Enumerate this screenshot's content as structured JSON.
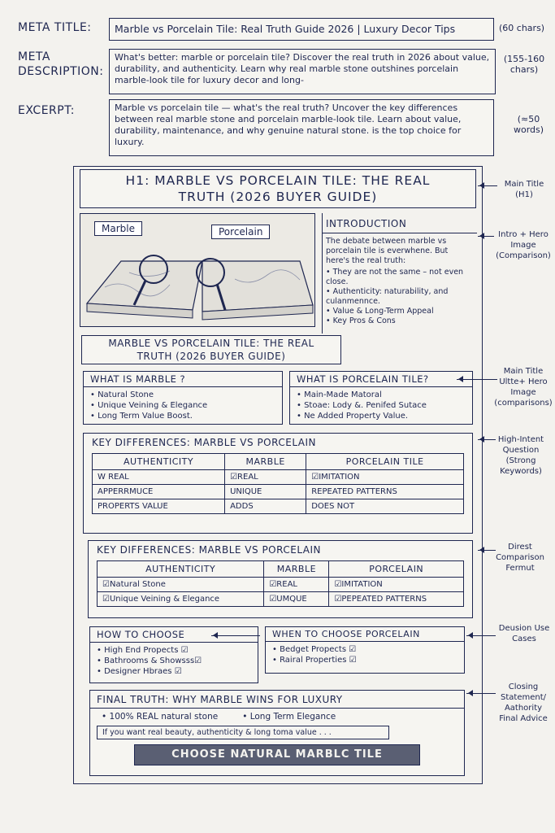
{
  "meta": {
    "title_label": "META TITLE:",
    "title_text": "Marble vs Porcelain Tile: Real Truth Guide 2026 | Luxury Decor Tips",
    "title_note": "(60 chars)",
    "desc_label_1": "META",
    "desc_label_2": "DESCRIPTION:",
    "desc_text": "What's better: marble or porcelain tile? Discover the real truth in 2026 about value, durability, and authenticity. Learn why real marble stone outshines porcelain marble-look tile for luxury decor and long-",
    "desc_note": "(155-160 chars)",
    "excerpt_label": "EXCERPT:",
    "excerpt_text": "Marble vs porcelain tile — what's the real truth? Uncover the key differences between real marble stone and porcelain marble-look tile. Learn about value, durability, maintenance, and why genuine natural stone. is the top choice for luxury.",
    "excerpt_note": "(≈50 words)"
  },
  "h1": "H1: MARBLE VS PORCELAIN TILE: THE REAL TRUTH (2026 BUYER GUIDE)",
  "hero": {
    "marble_label": "Marble",
    "porcelain_label": "Porcelain"
  },
  "intro": {
    "heading": "INTRODUCTION",
    "text": "The debate between marble vs porcelain tile is everwhene. But here's the real truth:",
    "items": [
      "They are not the same – not even close.",
      "Authenticity: naturability, and culanmennce.",
      "Value & Long-Term Appeal",
      "Key Pros & Cons"
    ]
  },
  "subtitle": "MARBLE VS PORCELAIN TILE: THE REAL TRUTH (2026 BUYER GUIDE)",
  "what_marble": {
    "heading": "WHAT IS MARBLE ?",
    "items": [
      "Natural Stone",
      "Unique Veining & Elegance",
      "Long Term Value Boost."
    ]
  },
  "what_porcelain": {
    "heading": "WHAT IS PORCELAIN TILE?",
    "items": [
      "Main-Made Matoral",
      "Stoae: Lody &. Penifed Sutace",
      "Ne Added Property Value."
    ]
  },
  "diff1": {
    "heading": "KEY DIFFERENCES: MARBLE VS PORCELAIN",
    "headers": [
      "AUTHENTICITY",
      "MARBLE",
      "PORCELAIN TILE"
    ],
    "rows": [
      [
        "W REAL",
        "REAL",
        "IMITATION"
      ],
      [
        "APPERRMUCE",
        "UNIQUE",
        "REPEATED PATTERNS"
      ],
      [
        "PROPERTS VALUE",
        "ADDS",
        "DOES NOT"
      ]
    ]
  },
  "diff2": {
    "heading": "KEY DIFFERENCES: MARBLE VS PORCELAIN",
    "headers": [
      "AUTHENTICITY",
      "MARBLE",
      "PORCELAIN"
    ],
    "rows": [
      [
        "Natural Stone",
        "REAL",
        "IMITATION"
      ],
      [
        "Unique Veining & Elegance",
        "UMQUE",
        "PEPEATED PATTERNS"
      ]
    ]
  },
  "how_choose": {
    "heading": "HOW TO CHOOSE",
    "items": [
      "High End Propects ☑",
      "Bathrooms & Showsss☑",
      "Designer Hbraes ☑"
    ]
  },
  "when_porcelain": {
    "heading": "WHEN TO CHOOSE PORCELAIN",
    "items": [
      "Bedget Propects ☑",
      "Rairal Properties ☑"
    ]
  },
  "final": {
    "heading": "FINAL TRUTH: WHY MARBLE WINS FOR LUXURY",
    "item1": "100% REAL natural stone",
    "item2": "Long Term Elegance",
    "quote": "If you want real beauty, authenticity & long toma value . . .",
    "cta": "CHOOSE NATURAL MARBLC TILE"
  },
  "notes": {
    "main_title": "Main Title (H1)",
    "intro_hero": "Intro + Hero Image (Comparison)",
    "main_title_2": "Main Title Ultte+ Hero Image (comparisons)",
    "high_intent": "High-Intent Question (Strong Keywords)",
    "direct": "Direst Comparison Fermut",
    "decision": "Deusion Use Cases",
    "closing": "Closing Statement/ Aathority Final Advice"
  },
  "colors": {
    "ink": "#1e2650",
    "paper": "#f3f2ee",
    "cta": "#5a5f73"
  }
}
